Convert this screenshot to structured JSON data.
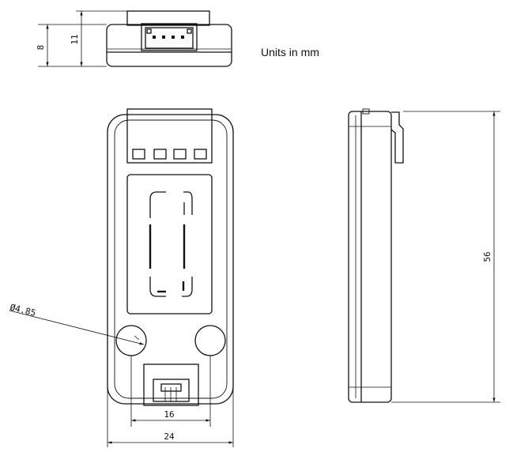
{
  "drawing": {
    "units_note": "Units in mm",
    "dimensions": {
      "top_height_inner": "8",
      "top_height_outer": "11",
      "side_length": "56",
      "hole_spacing": "16",
      "overall_width": "24",
      "hole_diameter": "Ø4.85"
    }
  }
}
